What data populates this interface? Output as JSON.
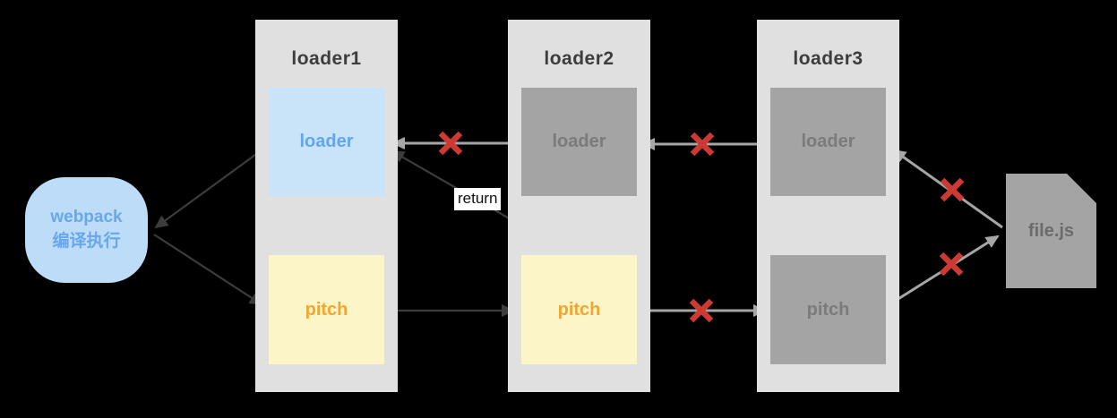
{
  "diagram": {
    "webpack_node": {
      "line1": "webpack",
      "line2": "编译执行"
    },
    "columns": [
      {
        "title": "loader1",
        "loader_label": "loader",
        "pitch_label": "pitch",
        "loader_variant": "blue",
        "pitch_variant": "yellow"
      },
      {
        "title": "loader2",
        "loader_label": "loader",
        "pitch_label": "pitch",
        "loader_variant": "gray",
        "pitch_variant": "yellow"
      },
      {
        "title": "loader3",
        "loader_label": "loader",
        "pitch_label": "pitch",
        "loader_variant": "gray",
        "pitch_variant": "gray"
      }
    ],
    "file_node": {
      "label": "file.js"
    },
    "return_label": "return",
    "blocked_marks_count": 5
  },
  "colors": {
    "background": "#000000",
    "column_bg": "#e0e0e0",
    "blue_node_bg": "#bddcf8",
    "blue_node_text": "#68a7eb",
    "blue_box_bg": "#c9e3f9",
    "blue_box_text": "#5fa8ef",
    "yellow_box_bg": "#fcf5c7",
    "yellow_box_text": "#f0a732",
    "gray_box_bg": "#a4a4a4",
    "gray_box_text": "#7b7b7b",
    "file_bg": "#a4a4a4",
    "file_text": "#6b6b6b",
    "title_text": "#3d3d3d",
    "arrow_dark": "#3c3c3c",
    "arrow_gray": "#a6a6a6",
    "x_mark": "#cc3a33",
    "return_label_bg": "#ffffff",
    "return_label_text": "#111111"
  }
}
